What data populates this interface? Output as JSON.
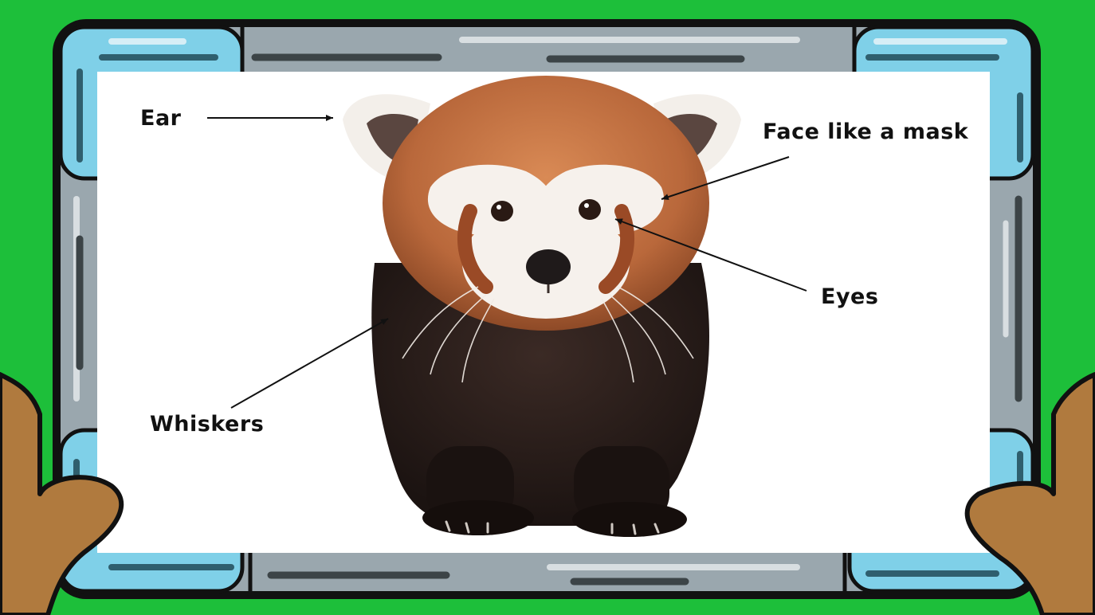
{
  "labels": {
    "ear": "Ear",
    "face": "Face like a mask",
    "eyes": "Eyes",
    "whiskers": "Whiskers"
  },
  "colors": {
    "background": "#1dbf3a",
    "frame_blue": "#7fd0e8",
    "frame_grey": "#9aa7ae",
    "hand": "#b07a3e",
    "panda_orange": "#b5643a",
    "panda_dark": "#2a1d1a"
  }
}
